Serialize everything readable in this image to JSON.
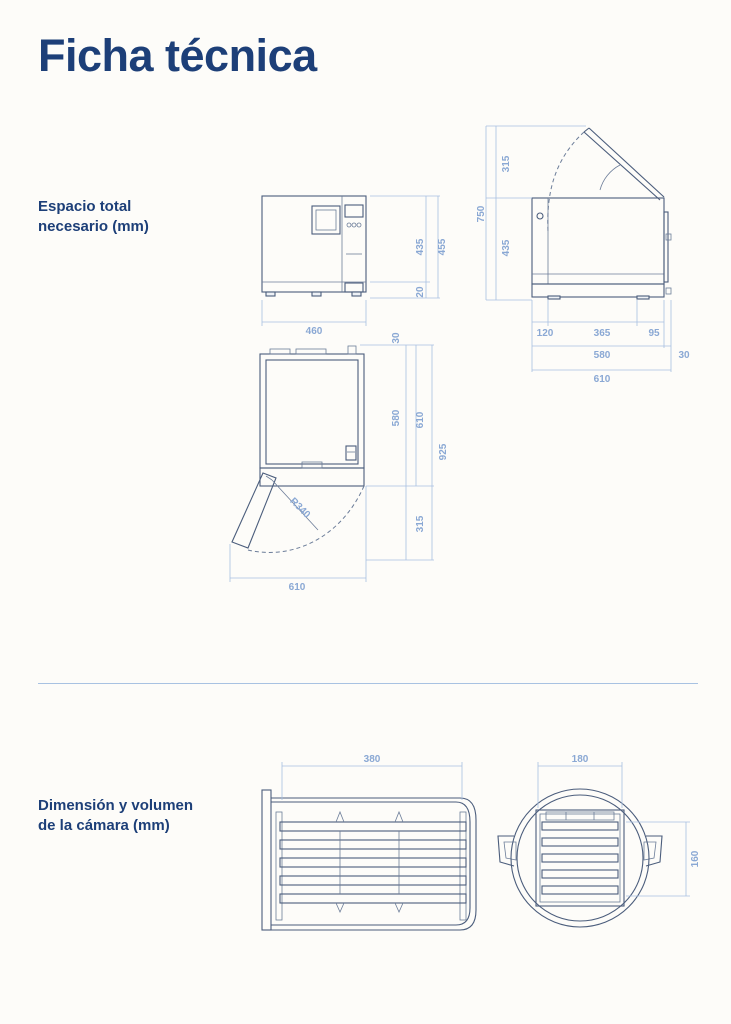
{
  "page": {
    "title": "Ficha técnica"
  },
  "sections": {
    "space": {
      "line1": "Espacio total",
      "line2": "necesario (mm)"
    },
    "chamber": {
      "line1": "Dimensión y volumen",
      "line2": "de la cámara (mm)"
    }
  },
  "front_view": {
    "width": "460",
    "height_body": "435",
    "height_total": "455",
    "feet": "20"
  },
  "side_view": {
    "door_open": "315",
    "total_height": "750",
    "body_height": "435",
    "depth_front": "120",
    "depth_mid": "365",
    "depth_back": "95",
    "depth_body": "580",
    "depth_extra": "30",
    "depth_total": "610"
  },
  "top_view": {
    "gap": "30",
    "depth": "580",
    "depth_total": "610",
    "door_radius": "R340",
    "door_depth": "315",
    "total_depth": "925",
    "width": "610"
  },
  "chamber_dims": {
    "length": "380",
    "diameter": "180",
    "height": "160"
  },
  "colors": {
    "title": "#1d3f78",
    "dimension": "#8aa8d4",
    "drawing": "#4b5d7c",
    "divider": "#a8c2e2"
  }
}
